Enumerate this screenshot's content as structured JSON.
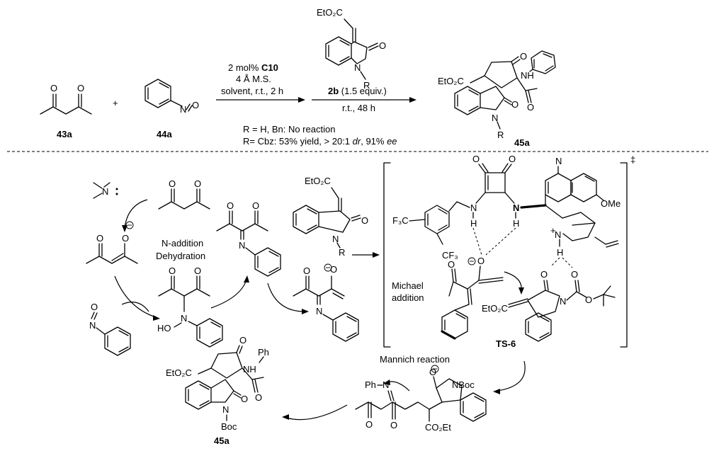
{
  "top": {
    "reactant1": "43a",
    "reactant2": "44a",
    "product": "45a",
    "plus": "+",
    "conditions_above": [
      "2 mol% ",
      "C10",
      "4 Å M.S.",
      "solvent, r.t., 2 h"
    ],
    "reagent_2b": {
      "bold": "2b",
      "rest": " (1.5 equiv.)"
    },
    "conditions_below": "r.t., 48 h",
    "note1": "R = H, Bn: No reaction",
    "note2_parts": [
      "R= Cbz: 53% yield, > 20:1 ",
      "dr",
      ", 91% ",
      "ee"
    ]
  },
  "labels": {
    "etO2C": "EtO₂C",
    "co2et": "CO₂Et",
    "ome": "OMe",
    "cf3": "F₃C",
    "cf3b": "CF₃",
    "ph": "Ph",
    "boc": "Boc",
    "nboc": "NBoc",
    "N": "N",
    "NH": "NH",
    "H": "H",
    "O": "O",
    "R": "R",
    "HO": "HO"
  },
  "mechanism": {
    "step1": "N-addition",
    "step2": "Dehydration",
    "ts_label": "TS-6",
    "dagger": "‡",
    "michael1": "Michael",
    "michael2": "addition",
    "mannich": "Mannich reaction",
    "final": "45a"
  }
}
